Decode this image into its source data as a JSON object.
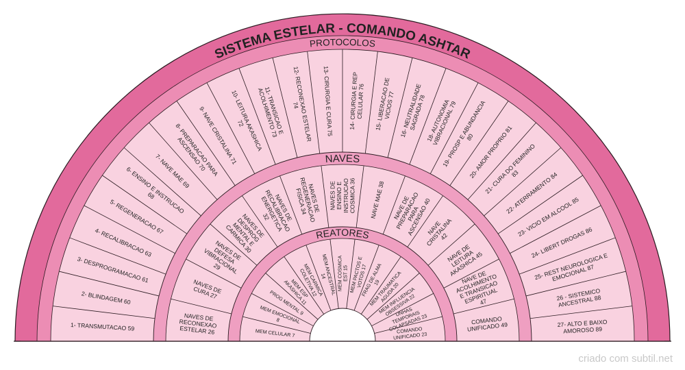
{
  "title": "SISTEMA ESTELAR - COMANDO ASHTAR",
  "credit": "criado com subtil.net",
  "colors": {
    "outer_band": "#e26a9c",
    "outer_band_inner": "#ec8db4",
    "pale_fill": "#f9d2e0",
    "mid_band": "#ef9fc1",
    "stroke": "#2a1a20"
  },
  "rings": [
    {
      "name": "PROTOCOLOS",
      "items": [
        "1- TRANSMUTACAO 59",
        "2- BLINDAGEM 60",
        "3- DESPROGRAMACAO 61",
        "4- RECALIBRACAO 63",
        "5- REGENERACAO 67",
        "6- ENSINO E INSTRUCAO 68",
        "7- NAVE MAE 69",
        "8- PREPARACAO PARA ASCENSAO 70",
        "9- NAVE CRISTALINA 71",
        "10- LEITURA AKASHICA 72",
        "11- TRANSICAO E ACOLHIMENTO 73",
        "12- RECONEXAO ESTELAR 74",
        "13- CIRURGIA E CURA 75",
        "14- CIRURGIA E REP CELULAR 76",
        "15- LIBERACAO DE VICIOS 77",
        "16- NEUTRALIDADE SAGRADA 78",
        "18- AUTONOMIA VIBRACIONAL 79",
        "19- PROSP E ABUNDANCIA 80",
        "20- AMOR PROPRIO 81",
        "21- CURA DO FEMININO 83",
        "22- ATERRAMENTO 84",
        "23- VICIO EM ALCOOL 85",
        "24- LIBERT DROGAS 86",
        "25- REST NEUROLOGICA E EMOCIONAL 87",
        "26 - SISTEMICO ANCESTRAL 88",
        "27- ALTO E BAIXO AMOROSO 89"
      ]
    },
    {
      "name": "NAVES",
      "items": [
        "NAVES DE RECONEXAO ESTELAR 26",
        "NAVES DE CURA 27",
        "NAVES DE DEFESA VIBRACIONAL 29",
        "NAVES DE DESPROG MENTAL E CARMICA 30",
        "NAVES DE RECALIBRACAO ENERGETICA 32",
        "NAVES DE REGENERACAO FISICA 34",
        "NAVES DE ENSINO E INSTRUCAO COSMICA 36",
        "NAVE MAE 38",
        "NAVE DE PREPARACAO PARA ASCENSAO 40",
        "NAVE CRISTALINA 42",
        "NAVE DE LEITURA AKASHICA 45",
        "NAVE DE ACOLHIMENTO E TRANSICAO ESPIRITUAL 47",
        "COMANDO UNIFICADO 49"
      ]
    },
    {
      "name": "REATORES",
      "items": [
        "MEM CELULAR 7",
        "MEM EMOCIONAL 8",
        "PROG MENTAL 9",
        "MEM ESP AKASHICA 11",
        "MEM CARMICA COLETIVA 12",
        "MEM ANCESTRAL 14",
        "MEM COSMICA EST 15",
        "MEM PACTOS E VOTOS 17",
        "FRAG DE ALMA 19",
        "MEM TRAUMATICA AGUDA 20",
        "MEM INFLUENCIA OBSESSIVA 22",
        "UNHAS TEMPORAIS COLAPSADAS 23",
        "COMANDO UNIFICADO 23"
      ]
    }
  ]
}
